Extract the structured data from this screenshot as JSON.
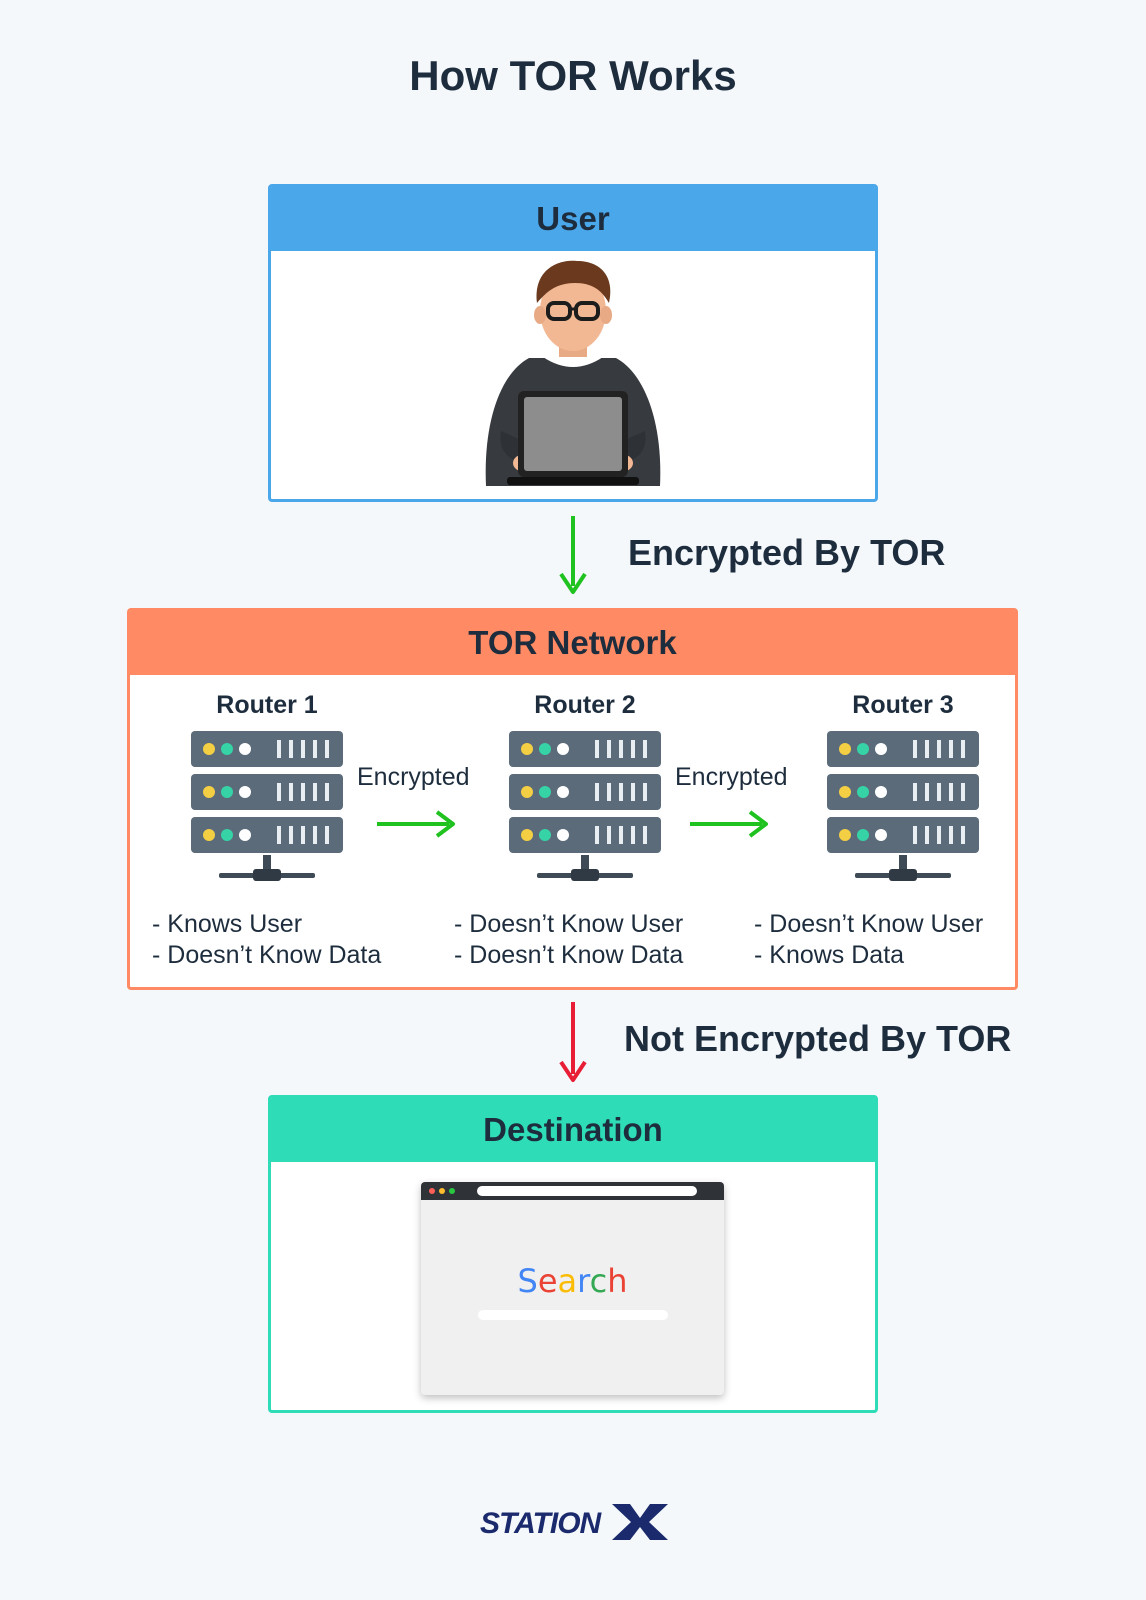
{
  "title": "How TOR Works",
  "user": {
    "heading": "User"
  },
  "flow1": {
    "label": "Encrypted By TOR",
    "color": "#1fc21f"
  },
  "tor_network": {
    "heading": "TOR Network",
    "routers": [
      {
        "name": "Router 1",
        "notes": [
          "- Knows User",
          "- Doesn’t Know Data"
        ]
      },
      {
        "name": "Router 2",
        "notes": [
          "- Doesn’t Know User",
          "- Doesn’t Know Data"
        ]
      },
      {
        "name": "Router 3",
        "notes": [
          "- Doesn’t Know User",
          "- Knows Data"
        ]
      }
    ],
    "links": [
      {
        "label": "Encrypted"
      },
      {
        "label": "Encrypted"
      }
    ]
  },
  "flow2": {
    "label": "Not Encrypted By TOR",
    "color": "#e81d36"
  },
  "destination": {
    "heading": "Destination",
    "search_text": "Search"
  },
  "brand": {
    "logo_text": "STATIONX"
  },
  "colors": {
    "user": "#4aa7ea",
    "tor": "#ff8a63",
    "destination": "#2edcb7"
  }
}
